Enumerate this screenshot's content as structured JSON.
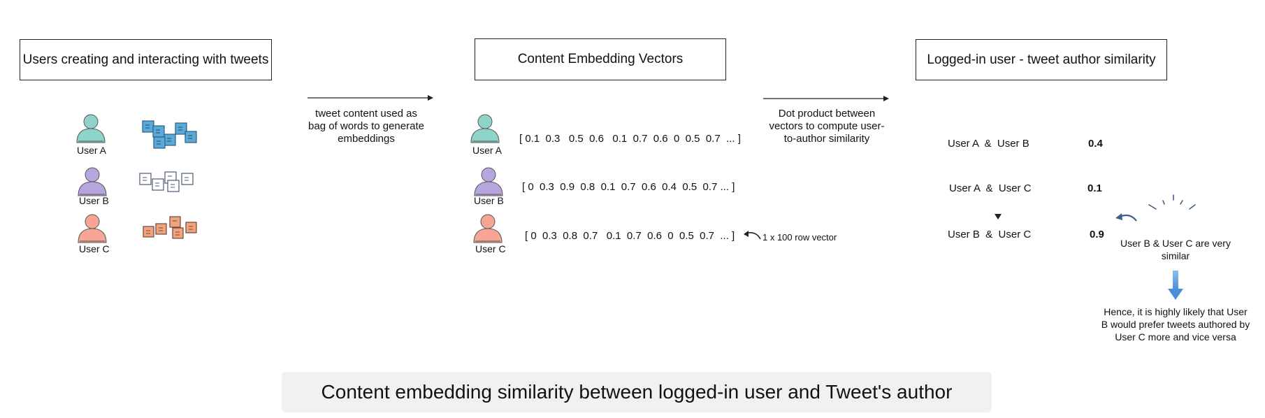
{
  "headers": {
    "users": "Users creating and interacting with tweets",
    "embeddings": "Content Embedding Vectors",
    "similarity": "Logged-in user - tweet author similarity"
  },
  "users": [
    {
      "name": "User A",
      "color": "#8fd3c9"
    },
    {
      "name": "User B",
      "color": "#b7a6dd"
    },
    {
      "name": "User C",
      "color": "#f7a595"
    }
  ],
  "tweet_colors": {
    "a": "#5aa9d6",
    "b": "#ffffff",
    "c": "#f3a27c"
  },
  "arrow1_text": "tweet content used as bag of words to generate embeddings",
  "arrow2_text": "Dot product between vectors to compute user-to-author similarity",
  "vectors": [
    "[ 0.1  0.3   0.5  0.6   0.1  0.7  0.6  0  0.5  0.7  ... ]",
    "[ 0  0.3  0.9  0.8  0.1  0.7  0.6  0.4  0.5  0.7 ... ]",
    "[ 0  0.3  0.8  0.7   0.1  0.7  0.6  0  0.5  0.7  ... ]"
  ],
  "row_vector_note": "1 x 100 row vector",
  "similarities": [
    {
      "pair": "User A  &  User B",
      "score": "0.4"
    },
    {
      "pair": "User A  &  User C",
      "score": "0.1"
    },
    {
      "pair": "User B  &  User C",
      "score": "0.9"
    }
  ],
  "similar_note": "User B & User C are very similar",
  "conclusion": "Hence, it is highly likely that User B would prefer tweets authored by User C more and vice versa",
  "caption": "Content embedding similarity between logged-in user and Tweet's author"
}
